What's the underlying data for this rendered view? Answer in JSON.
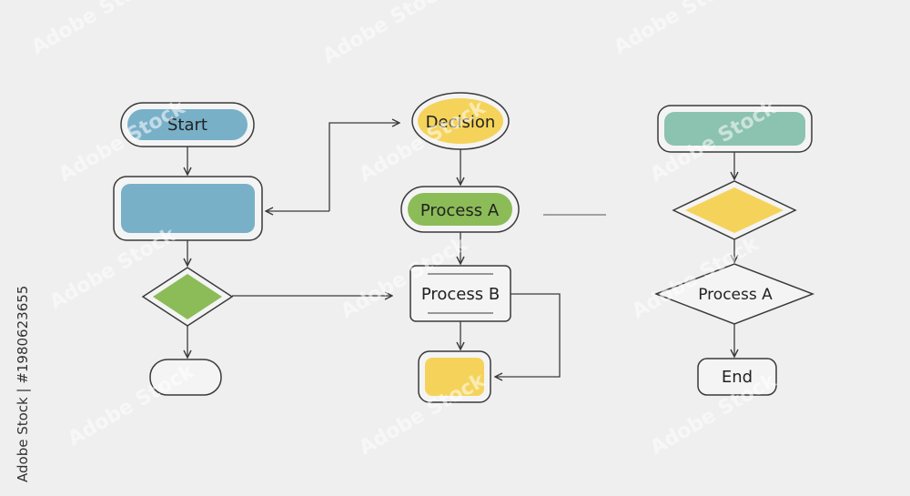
{
  "diagram": {
    "colors": {
      "background": "#efefef",
      "blue": "#78b0c8",
      "green": "#8cbc58",
      "yellow": "#f5d35a",
      "teal": "#8cc2b0",
      "white": "#f4f4f4",
      "stroke": "#3a3a3a"
    },
    "labels": {
      "start": "Start",
      "decision": "Decision",
      "process_a": "Process A",
      "process_b": "Process B",
      "process_a_right": "Process A",
      "end": "End"
    }
  },
  "watermark": {
    "brand": "Adobe Stock",
    "side_text": "Adobe Stock | #1980623655"
  }
}
